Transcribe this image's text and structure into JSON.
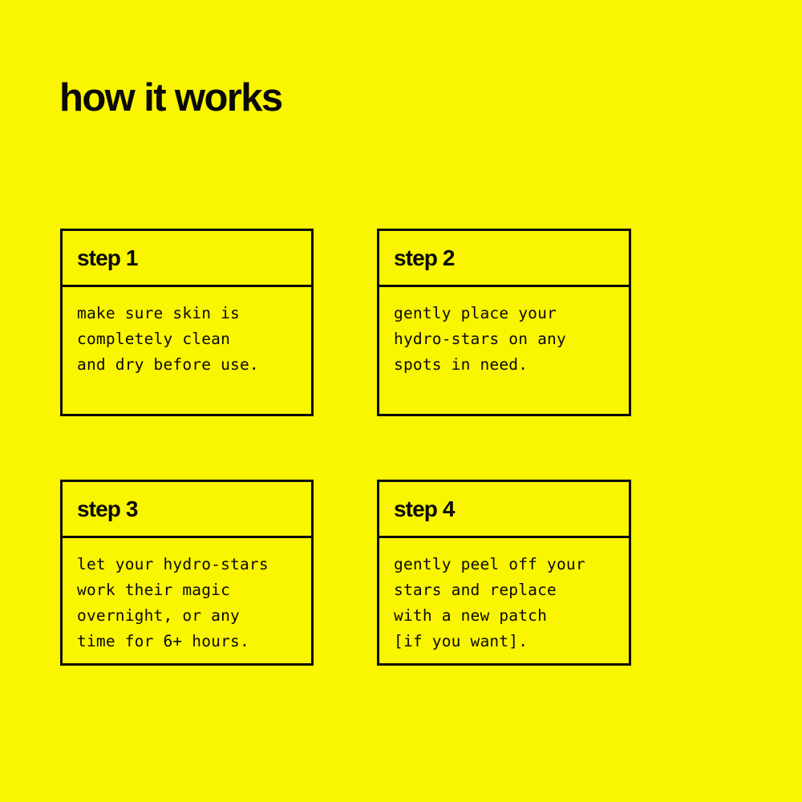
{
  "page": {
    "title": "how it works",
    "background_color": "#faf500",
    "ink_color": "#0a0a06"
  },
  "steps": [
    {
      "header": "step 1",
      "body": "make sure skin is\ncompletely clean\nand dry before use."
    },
    {
      "header": "step 2",
      "body": "gently place your\nhydro-stars on any\nspots in need."
    },
    {
      "header": "step 3",
      "body": "let your hydro-stars\nwork their magic\novernight, or any\ntime for 6+ hours."
    },
    {
      "header": "step 4",
      "body": "gently peel off your\nstars and replace\nwith a new patch\n[if you want]."
    }
  ]
}
